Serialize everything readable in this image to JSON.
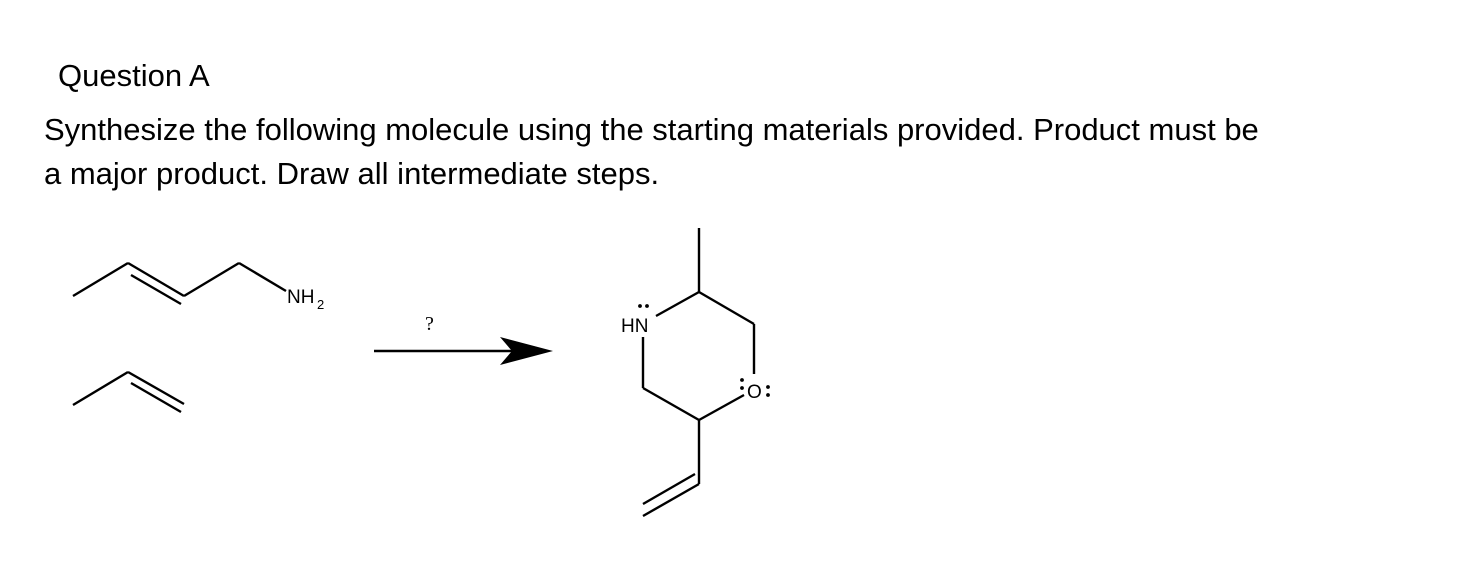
{
  "question": {
    "title": "Question A",
    "instructions_line1": "Synthesize the following molecule using the starting materials provided. Product must be",
    "instructions_line2": "a major product. Draw all intermediate steps."
  },
  "scheme": {
    "starting_material_1": {
      "amine_label": "NH",
      "amine_subscript": "2"
    },
    "reaction_arrow": {
      "reagent_label": "?"
    },
    "product": {
      "nitrogen_label": "HN",
      "oxygen_label": "O"
    }
  }
}
